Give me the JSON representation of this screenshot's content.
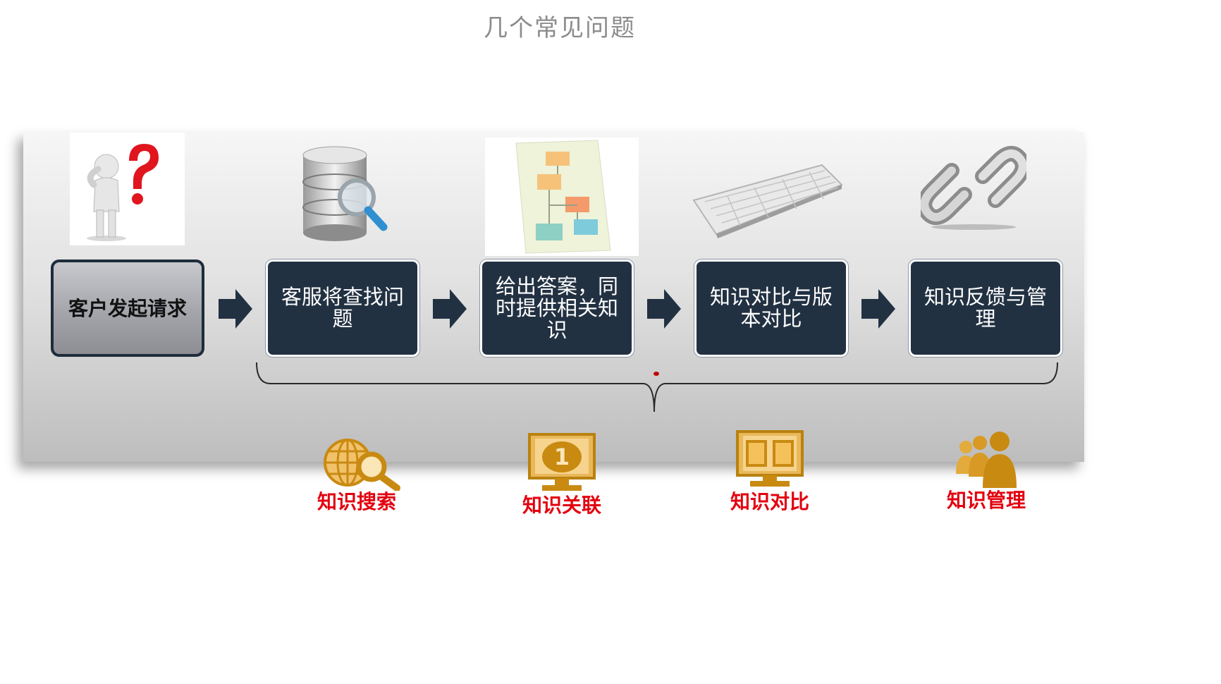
{
  "title": "几个常见问题",
  "steps": [
    {
      "label": "客户发起请求"
    },
    {
      "label": "客服将查找问题"
    },
    {
      "label": "给出答案，同时提供相关知识"
    },
    {
      "label": "知识对比与版本对比"
    },
    {
      "label": "知识反馈与管理"
    }
  ],
  "features": [
    {
      "label": "知识搜索",
      "icon": "globe-search-icon"
    },
    {
      "label": "知识关联",
      "icon": "monitor-number-icon"
    },
    {
      "label": "知识对比",
      "icon": "monitor-compare-icon"
    },
    {
      "label": "知识管理",
      "icon": "people-group-icon"
    }
  ],
  "colors": {
    "step_box": "#223142",
    "first_step": "#a3a5aa",
    "feature_label": "#e3000f",
    "feature_icon": "#d49a1c"
  }
}
